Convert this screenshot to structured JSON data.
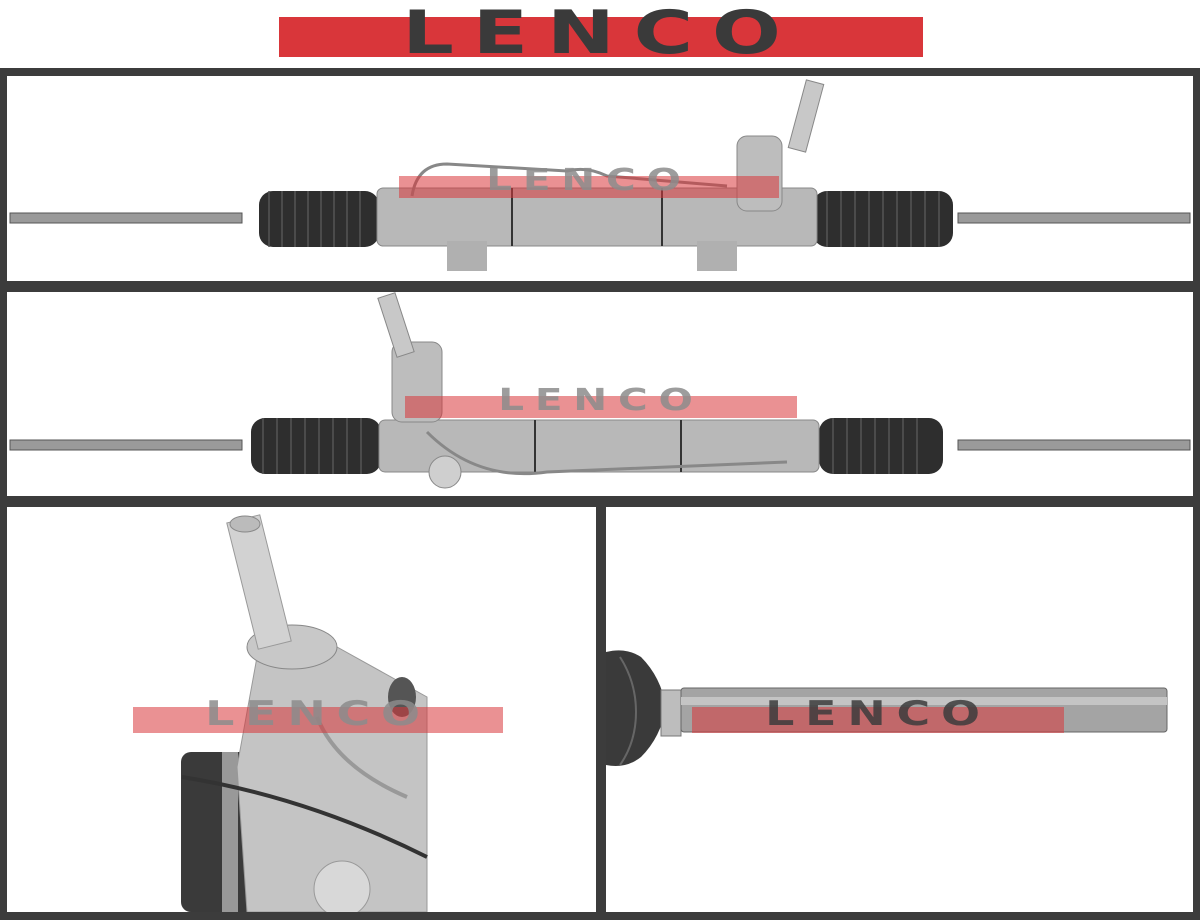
{
  "header": {
    "brand_logo_text": "LENCO",
    "brand_color": "#d9363a",
    "logo_text_color": "#3a3a3a"
  },
  "frame_color": "#3c3c3c",
  "panels": [
    {
      "id": "view-top",
      "subject": "steering rack, full length, pinion on right",
      "watermark": "LENCO"
    },
    {
      "id": "view-rear",
      "subject": "steering rack, full length, pinion on left",
      "watermark": "LENCO"
    },
    {
      "id": "view-pinion-detail",
      "subject": "pinion housing close-up",
      "watermark": "LENCO"
    },
    {
      "id": "view-tie-rod-detail",
      "subject": "tie rod end close-up",
      "watermark": "LENCO"
    }
  ]
}
